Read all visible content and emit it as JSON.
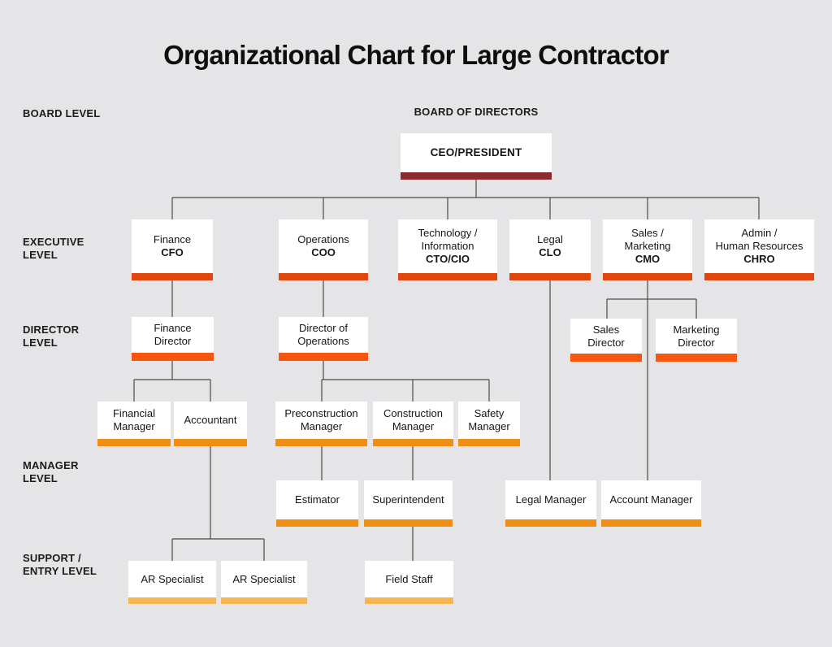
{
  "title": "Organizational Chart for Large Contractor",
  "board_label": "BOARD OF DIRECTORS",
  "level_labels": [
    {
      "id": "board",
      "line1": "BOARD LEVEL",
      "line2": ""
    },
    {
      "id": "executive",
      "line1": "EXECUTIVE",
      "line2": "LEVEL"
    },
    {
      "id": "director",
      "line1": "DIRECTOR",
      "line2": "LEVEL"
    },
    {
      "id": "manager",
      "line1": "MANAGER",
      "line2": "LEVEL"
    },
    {
      "id": "support",
      "line1": "SUPPORT /",
      "line2": "ENTRY LEVEL"
    }
  ],
  "colors": {
    "board": "#8C2B2B",
    "executive": "#E0470D",
    "director": "#F8560D",
    "manager": "#EE8E12",
    "support": "#F7B452",
    "background": "#E5E5E7",
    "line": "#4A4A4A"
  },
  "nodes": {
    "ceo": {
      "line1": "CEO/PRESIDENT"
    },
    "finance": {
      "line1": "Finance",
      "line2": "CFO"
    },
    "operations": {
      "line1": "Operations",
      "line2": "COO"
    },
    "technology": {
      "line1": "Technology /",
      "line2": "Information",
      "line3": "CTO/CIO"
    },
    "legal": {
      "line1": "Legal",
      "line2": "CLO"
    },
    "sales_marketing": {
      "line1": "Sales /",
      "line2": "Marketing",
      "line3": "CMO"
    },
    "admin_hr": {
      "line1": "Admin /",
      "line2": "Human Resources",
      "line3": "CHRO"
    },
    "finance_director": {
      "line1": "Finance",
      "line2": "Director"
    },
    "director_operations": {
      "line1": "Director of",
      "line2": "Operations"
    },
    "sales_director": {
      "line1": "Sales",
      "line2": "Director"
    },
    "marketing_director": {
      "line1": "Marketing",
      "line2": "Director"
    },
    "financial_manager": {
      "line1": "Financial",
      "line2": "Manager"
    },
    "accountant": {
      "line1": "Accountant"
    },
    "preconstruction_manager": {
      "line1": "Preconstruction",
      "line2": "Manager"
    },
    "construction_manager": {
      "line1": "Construction",
      "line2": "Manager"
    },
    "safety_manager": {
      "line1": "Safety",
      "line2": "Manager"
    },
    "estimator": {
      "line1": "Estimator"
    },
    "superintendent": {
      "line1": "Superintendent"
    },
    "legal_manager": {
      "line1": "Legal Manager"
    },
    "account_manager": {
      "line1": "Account Manager"
    },
    "ar_specialist_1": {
      "line1": "AR Specialist"
    },
    "ar_specialist_2": {
      "line1": "AR Specialist"
    },
    "field_staff": {
      "line1": "Field Staff"
    }
  }
}
